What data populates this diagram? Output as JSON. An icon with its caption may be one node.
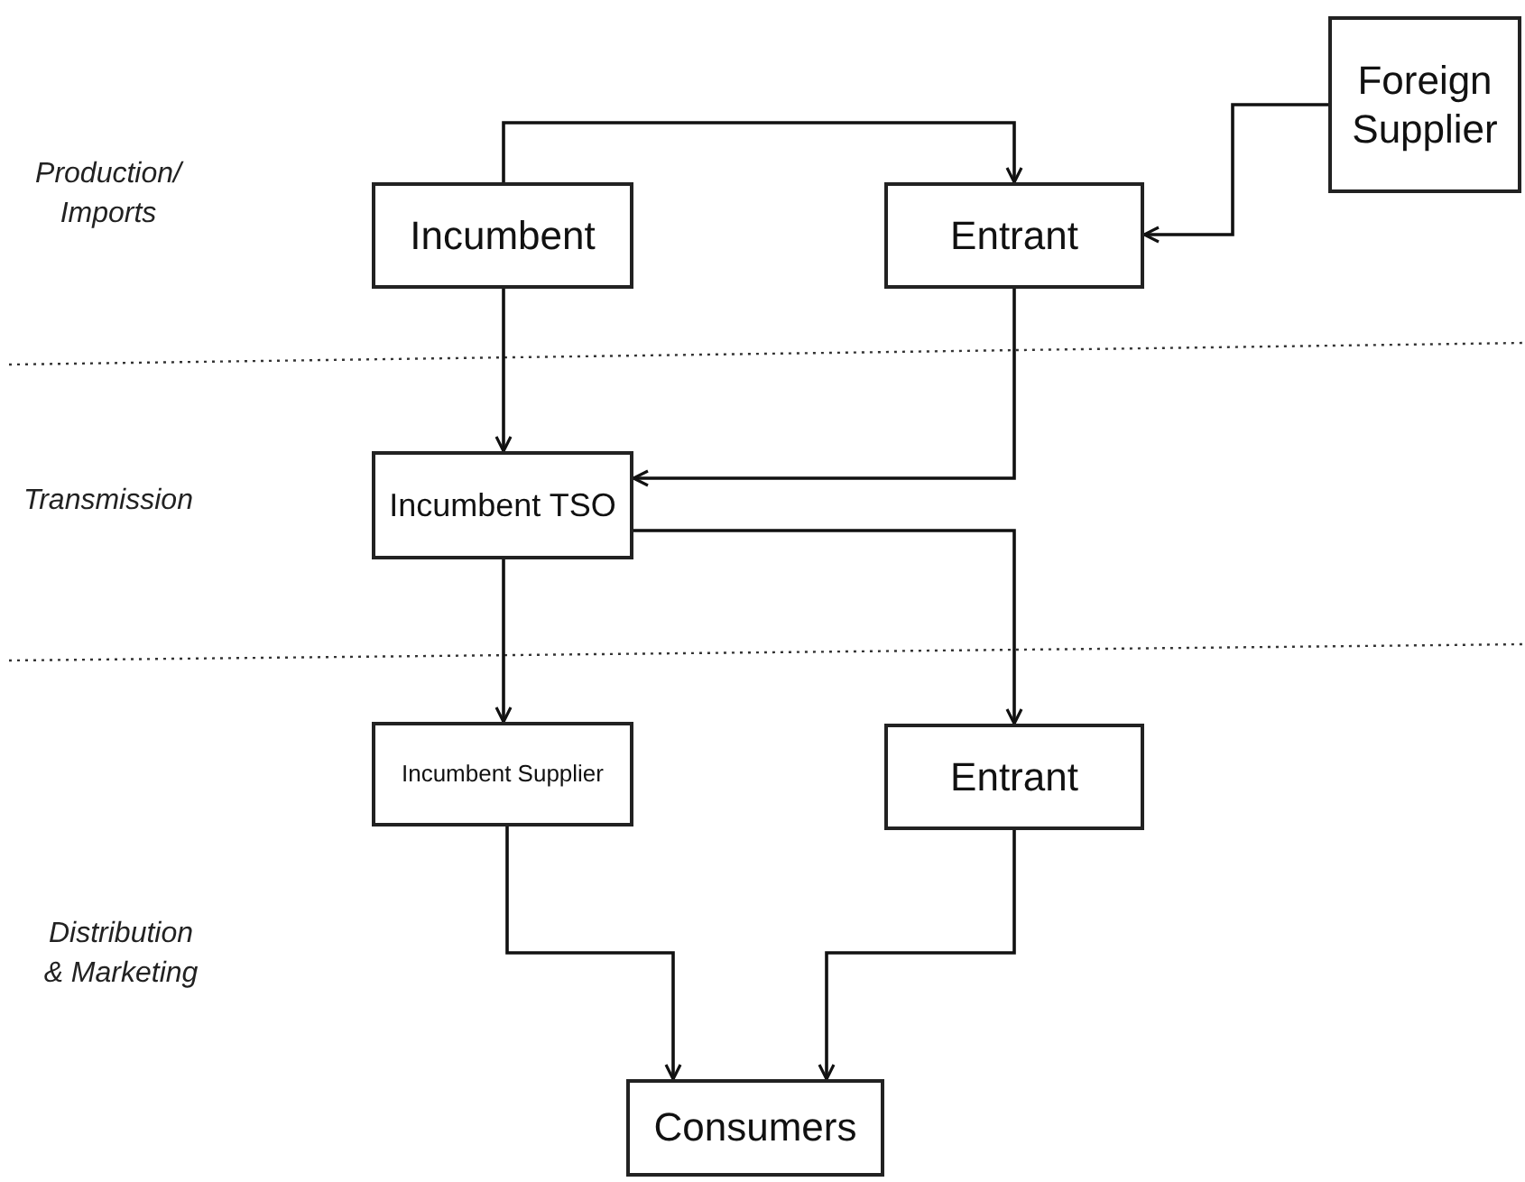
{
  "diagram": {
    "nodes": [
      {
        "text": [
          "Foreign Supplier"
        ]
      },
      {
        "text": [
          "Incumbent"
        ]
      },
      {
        "text": [
          "Entrant"
        ]
      },
      {
        "text": [
          "Incumbent TSO"
        ]
      },
      {
        "text": [
          "Incumbent Supplier"
        ]
      },
      {
        "text": [
          "Entrant"
        ]
      },
      {
        "text": [
          "Consumers"
        ]
      }
    ],
    "edges": [
      {
        "from": 1,
        "to": 2,
        "arrow": "to"
      },
      {
        "from": 0,
        "to": 2,
        "arrow": "to"
      },
      {
        "from": 1,
        "to": 3,
        "arrow": "to"
      },
      {
        "from": 2,
        "to": 3,
        "arrow": "to"
      },
      {
        "from": 3,
        "to": 5,
        "arrow": "to"
      },
      {
        "from": 3,
        "to": 4,
        "arrow": "to"
      },
      {
        "from": 4,
        "to": 6,
        "arrow": "to"
      },
      {
        "from": 5,
        "to": 6,
        "arrow": "to"
      }
    ],
    "labels": [
      "Production/ Imports",
      "Transmission",
      "Distribution & Marketing"
    ]
  }
}
